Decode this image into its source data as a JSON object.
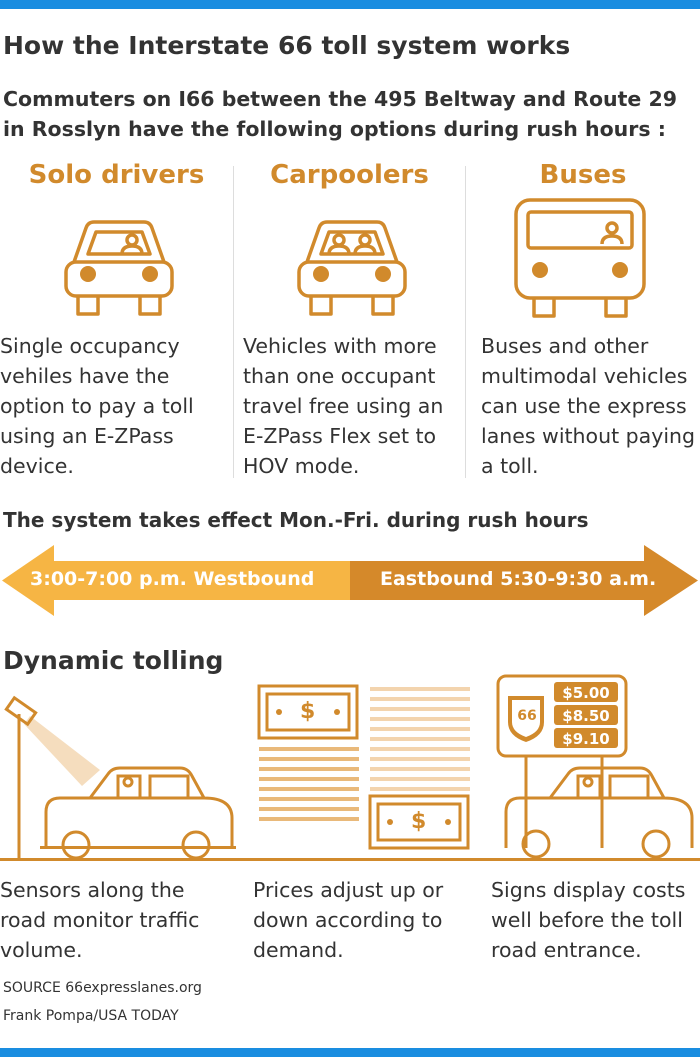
{
  "colors": {
    "accent": "#d18a2c",
    "arrow_light": "#f6b544",
    "arrow_dark": "#d5892a",
    "frame_blue": "#1a8de0",
    "stripe": "#f3d4ae",
    "text": "#333333"
  },
  "title": "How the Interstate 66 toll system works",
  "intro": "Commuters on I66 between the 495 Beltway and Route 29 in Rosslyn have the following options during rush hours :",
  "columns": [
    {
      "heading": "Solo drivers",
      "icon": "car-one-occupant-icon",
      "text": "Single occupancy vehiles have the option to pay a toll using an E-ZPass device."
    },
    {
      "heading": "Carpoolers",
      "icon": "car-two-occupants-icon",
      "text": "Vehicles with more than one occupant travel free using an E-ZPass Flex set to HOV mode."
    },
    {
      "heading": "Buses",
      "icon": "bus-icon",
      "text": "Buses and other multimodal vehicles can use the express lanes without paying a toll."
    }
  ],
  "schedule": {
    "heading": "The system takes effect Mon.-Fri. during rush hours",
    "westbound": "3:00-7:00 p.m. Westbound",
    "eastbound": "Eastbound 5:30-9:30 a.m."
  },
  "dynamic": {
    "heading": "Dynamic tolling",
    "steps": [
      {
        "icon": "sensor-pole-car-icon",
        "text": "Sensors along the road monitor traffic volume."
      },
      {
        "icon": "price-bills-icon",
        "text": "Prices adjust up or down according to demand."
      },
      {
        "icon": "toll-sign-car-icon",
        "text": "Signs display costs well before the toll road entrance."
      }
    ],
    "dollar_symbol": "$",
    "sign": {
      "route_shield": "66",
      "prices": [
        "$5.00",
        "$8.50",
        "$9.10"
      ]
    }
  },
  "source": "SOURCE 66expresslanes.org",
  "credit": "Frank Pompa/USA TODAY"
}
